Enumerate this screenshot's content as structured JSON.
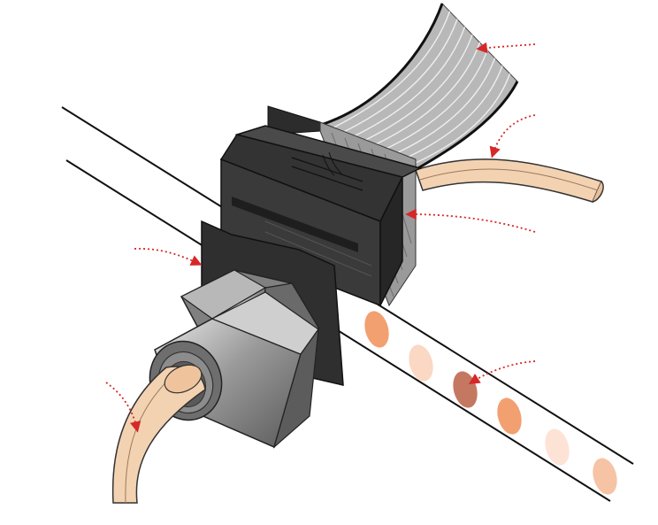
{
  "figure": {
    "components": [
      {
        "id": "ribbon-cable",
        "label": ""
      },
      {
        "id": "round-cable-top",
        "label": ""
      },
      {
        "id": "split-frame",
        "label": ""
      },
      {
        "id": "cable-gland",
        "label": ""
      },
      {
        "id": "round-cable-bottom",
        "label": ""
      },
      {
        "id": "sealing-inserts",
        "label": ""
      }
    ],
    "annotation_color": "#d62828",
    "insert_colors": [
      "#f2a070",
      "#fad8c4",
      "#c47862",
      "#f2a070",
      "#fde3d6",
      "#f6c4a4"
    ]
  }
}
